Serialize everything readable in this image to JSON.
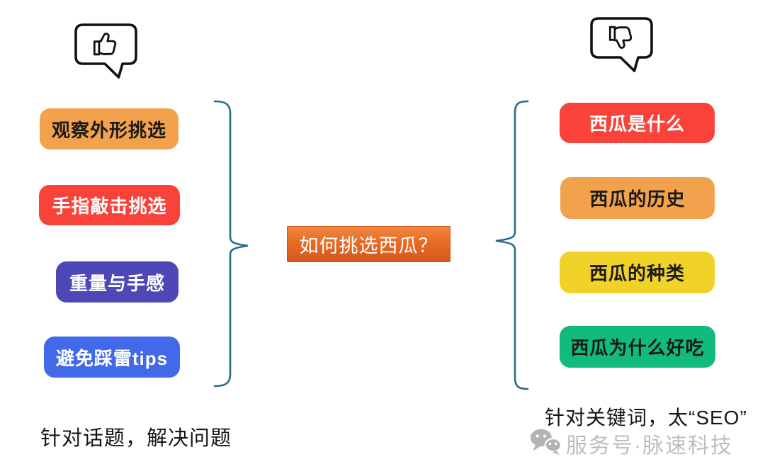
{
  "page": {
    "background": "#ffffff"
  },
  "center_topic": {
    "label": "如何挑选西瓜？",
    "bg_from": "#f08742",
    "bg_mid": "#e66b24",
    "bg_to": "#d8571b",
    "text_color": "#ffffff"
  },
  "left_group": {
    "icon": "thumbs-up-speech-bubble",
    "items": [
      {
        "label": "观察外形挑选",
        "bg": "#f2a24c",
        "color": "#1a1a1a"
      },
      {
        "label": "手指敲击挑选",
        "bg": "#f8423a",
        "color": "#ffffff"
      },
      {
        "label": "重量与手感",
        "bg": "#4d47b8",
        "color": "#ffffff"
      },
      {
        "label": "避免踩雷tips",
        "bg": "#4269e9",
        "color": "#ffffff"
      }
    ],
    "caption": "针对话题，解决问题"
  },
  "right_group": {
    "icon": "thumbs-down-speech-bubble",
    "items": [
      {
        "label": "西瓜是什么",
        "bg": "#f8423a",
        "color": "#ffffff"
      },
      {
        "label": "西瓜的历史",
        "bg": "#f2a24c",
        "color": "#1a1a1a"
      },
      {
        "label": "西瓜的种类",
        "bg": "#f1d228",
        "color": "#1a1a1a"
      },
      {
        "label": "西瓜为什么好吃",
        "bg": "#10bb7b",
        "color": "#1a1a1a"
      }
    ],
    "caption": "针对关键词，太“SEO”"
  },
  "watermark": {
    "icon": "wechat-icon",
    "text": "服务号·脉速科技",
    "color": "#bdbdbd"
  },
  "brace_color": "#2b6b8c",
  "icon_stroke": "#111111"
}
